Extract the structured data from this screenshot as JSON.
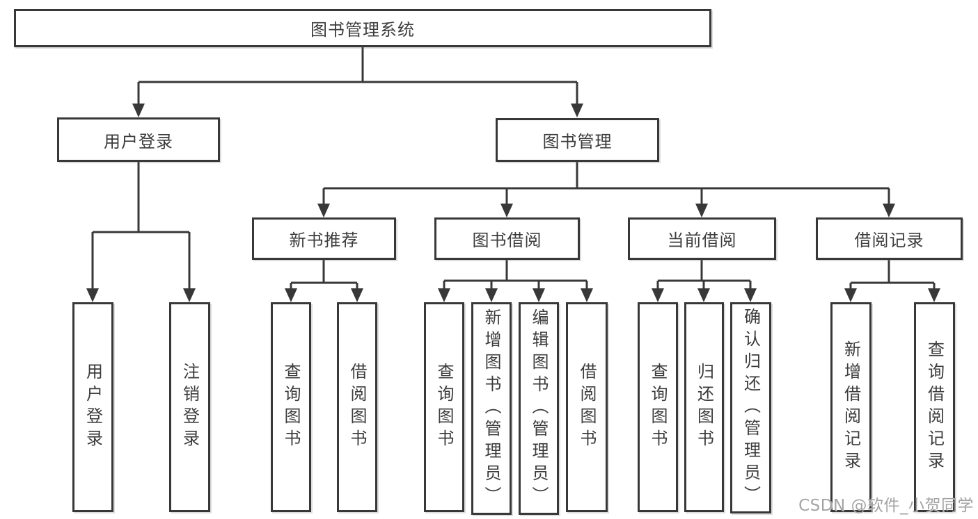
{
  "tree": {
    "root": {
      "label": "图书管理系统"
    },
    "branches": [
      {
        "label": "用户登录",
        "children": [
          {
            "label": "用户登录"
          },
          {
            "label": "注销登录"
          }
        ]
      },
      {
        "label": "图书管理",
        "children": [
          {
            "label": "新书推荐",
            "children": [
              {
                "label": "查询图书"
              },
              {
                "label": "借阅图书"
              }
            ]
          },
          {
            "label": "图书借阅",
            "children": [
              {
                "label": "查询图书"
              },
              {
                "label": "新增图书（管理员）"
              },
              {
                "label": "编辑图书（管理员）"
              },
              {
                "label": "借阅图书"
              }
            ]
          },
          {
            "label": "当前借阅",
            "children": [
              {
                "label": "查询图书"
              },
              {
                "label": "归还图书"
              },
              {
                "label": "确认归还（管理员）"
              }
            ]
          },
          {
            "label": "借阅记录",
            "children": [
              {
                "label": "新增借阅记录"
              },
              {
                "label": "查询借阅记录"
              }
            ]
          }
        ]
      }
    ]
  },
  "watermark": {
    "text": "CSDN @软件_小贺同学",
    "color": "#a4a4a4"
  },
  "colors": {
    "line": "#383838",
    "text": "#3c3c3c",
    "background": "#ffffff",
    "box_fill": "#ffffff"
  }
}
